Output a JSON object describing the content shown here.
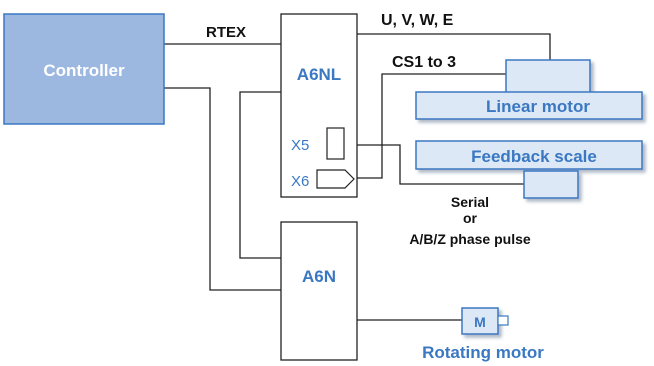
{
  "controller": {
    "label": "Controller"
  },
  "amp_nl": {
    "label": "A6NL",
    "port_x5": "X5",
    "port_x6": "X6"
  },
  "amp_n": {
    "label": "A6N"
  },
  "connections": {
    "rtex": "RTEX",
    "power": "U, V, W, E",
    "cs": "CS1 to 3",
    "serial_line1": "Serial",
    "serial_line2": "or",
    "serial_line3": "A/B/Z phase pulse"
  },
  "linear_motor": {
    "label": "Linear motor"
  },
  "feedback_scale": {
    "label": "Feedback scale"
  },
  "rotating_motor": {
    "symbol": "M",
    "label": "Rotating motor"
  },
  "colors": {
    "accent": "#3a78c2",
    "controller_fill": "#9cb8e0",
    "panel_fill": "#dce8f6",
    "line": "#222222",
    "box_fill": "#ffffff"
  }
}
